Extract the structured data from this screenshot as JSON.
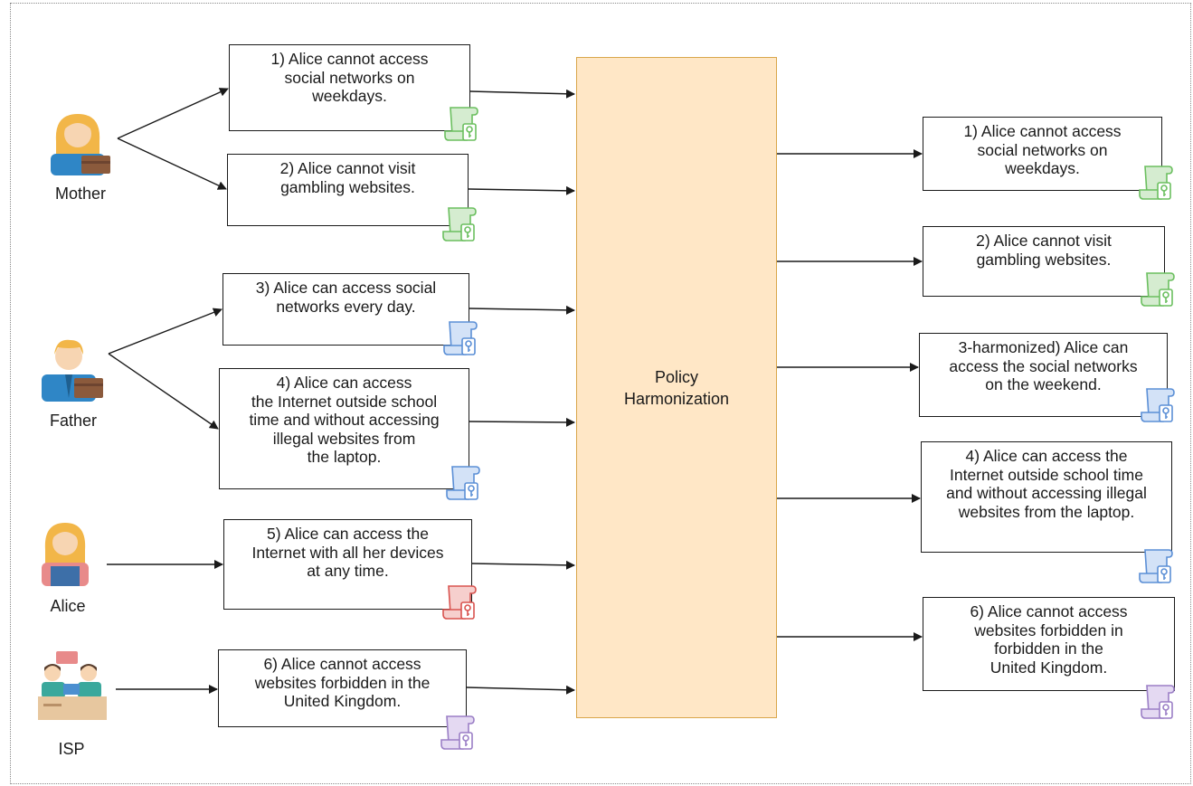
{
  "actors": [
    {
      "name": "Mother",
      "policies": [
        {
          "text": "1) Alice cannot access\nsocial networks on\nweekdays.",
          "color": "#6bbf5f",
          "fill": "#d5ecd0"
        },
        {
          "text": "2) Alice cannot visit\ngambling websites.",
          "color": "#6bbf5f",
          "fill": "#d5ecd0"
        }
      ]
    },
    {
      "name": "Father",
      "policies": [
        {
          "text": "3) Alice can access social\nnetworks every day.",
          "color": "#5b8fd6",
          "fill": "#d3e2f7"
        },
        {
          "text": "4) Alice can access\nthe Internet outside school\ntime and without accessing\nillegal websites from\nthe laptop.",
          "color": "#5b8fd6",
          "fill": "#d3e2f7"
        }
      ]
    },
    {
      "name": "Alice",
      "policies": [
        {
          "text": "5) Alice can access the\nInternet with all her devices\nat any time.",
          "color": "#d9534f",
          "fill": "#f6cfcd"
        }
      ]
    },
    {
      "name": "ISP",
      "policies": [
        {
          "text": "6) Alice cannot access\nwebsites forbidden in the\nUnited Kingdom.",
          "color": "#9b7fc6",
          "fill": "#e4d9f2"
        }
      ]
    }
  ],
  "harmonizer": {
    "label": "Policy\nHarmonization",
    "fill": "#ffe7c6",
    "border": "#d9a64a"
  },
  "outputs": [
    {
      "text": "1) Alice cannot access\nsocial networks on\nweekdays.",
      "color": "#6bbf5f",
      "fill": "#d5ecd0"
    },
    {
      "text": "2) Alice cannot visit\ngambling websites.",
      "color": "#6bbf5f",
      "fill": "#d5ecd0"
    },
    {
      "text": "3-harmonized) Alice can\naccess the social networks\non the weekend.",
      "color": "#5b8fd6",
      "fill": "#d3e2f7"
    },
    {
      "text": "4) Alice can access the\nInternet outside school time\nand without accessing illegal\nwebsites from the laptop.",
      "color": "#5b8fd6",
      "fill": "#d3e2f7"
    },
    {
      "text": "6) Alice cannot access\nwebsites forbidden in\nforbidden in the\nUnited Kingdom.",
      "color": "#9b7fc6",
      "fill": "#e4d9f2"
    }
  ],
  "icons": {
    "actor": "person-icon",
    "policy": "policy-scroll-icon"
  }
}
